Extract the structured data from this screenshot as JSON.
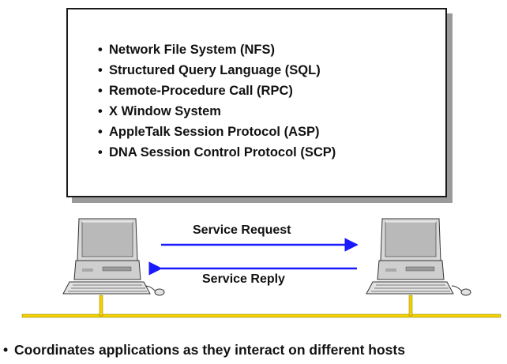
{
  "protocols": [
    "Network File System (NFS)",
    "Structured Query Language (SQL)",
    "Remote-Procedure Call (RPC)",
    "X Window System",
    "AppleTalk Session Protocol (ASP)",
    "DNA Session Control Protocol (SCP)"
  ],
  "flow": {
    "request_label": "Service Request",
    "reply_label": "Service Reply"
  },
  "footer": "Coordinates applications as they interact on different hosts",
  "colors": {
    "arrow": "#1a1aff",
    "network_bus": "#f2d200",
    "box_shadow": "#9a9a9a"
  }
}
